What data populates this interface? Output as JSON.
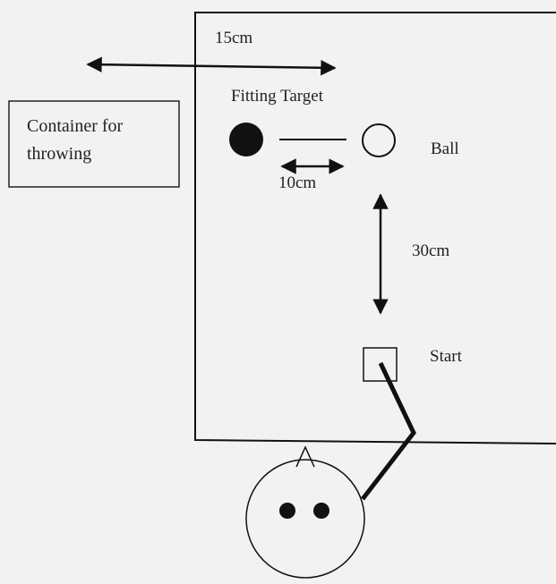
{
  "labels": {
    "width_dimension": "15cm",
    "fitting_target": "Fitting Target",
    "container_line1": "Container for",
    "container_line2": "throwing",
    "ball": "Ball",
    "gap_dimension": "10cm",
    "distance_dimension": "30cm",
    "start": "Start"
  },
  "colors": {
    "background": "#f2f2f2",
    "ink": "#111111",
    "text": "#222222"
  }
}
